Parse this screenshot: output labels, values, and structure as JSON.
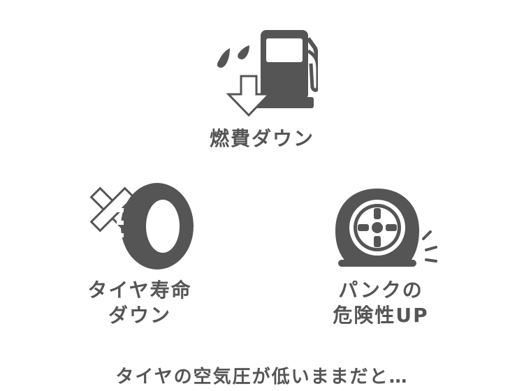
{
  "colors": {
    "icon_fill": "#555555",
    "text": "#555555",
    "background": "#ffffff"
  },
  "items": [
    {
      "icon": "fuel-pump-icon",
      "label": "燃費ダウン"
    },
    {
      "icon": "worn-tire-icon",
      "label_lines": [
        "タイヤ寿命",
        "ダウン"
      ]
    },
    {
      "icon": "flat-tire-icon",
      "label_lines": [
        "パンクの",
        "危険性UP"
      ]
    }
  ],
  "caption": "タイヤの空気圧が低いままだと…"
}
